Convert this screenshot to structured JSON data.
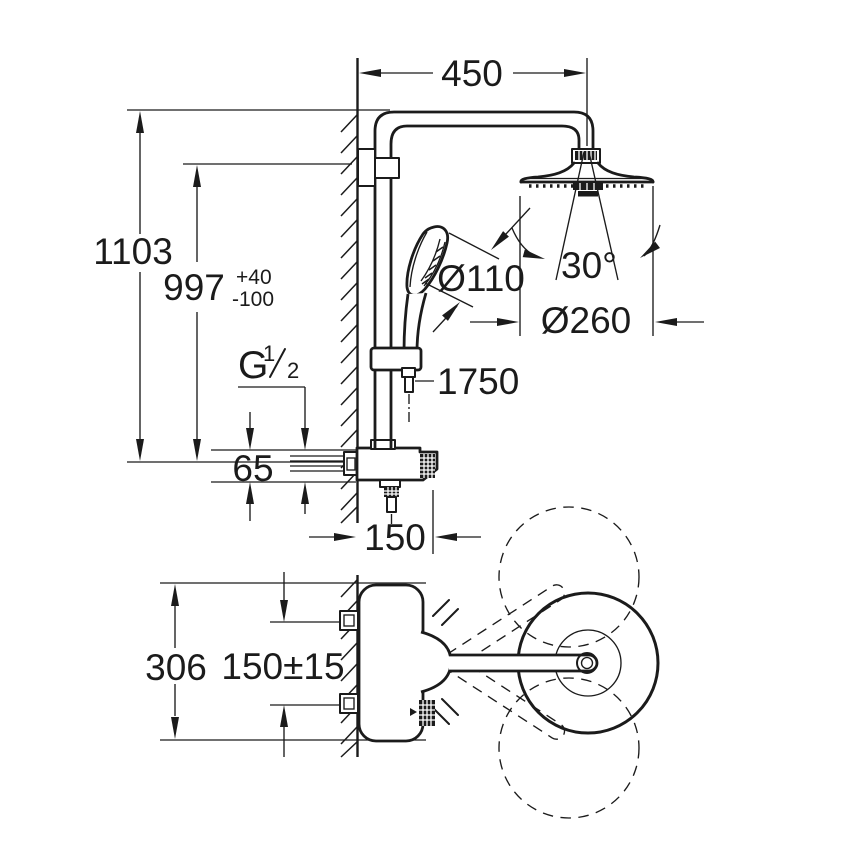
{
  "colors": {
    "line": "#1b1b1b",
    "background": "#ffffff"
  },
  "front_view": {
    "arm_width": "450",
    "total_height": "1103",
    "valve_height": "997",
    "valve_height_tol_plus": "+40",
    "valve_height_tol_minus": "-100",
    "thread_letter": "G",
    "thread_numerator": "1",
    "thread_denominator": "2",
    "supply_offset": "65",
    "valve_depth": "150",
    "hand_shower_diameter": "Ø110",
    "spray_angle": "30°",
    "head_shower_diameter": "Ø260",
    "hose_length": "1750"
  },
  "top_view": {
    "body_height": "306",
    "supply_spacing": "150±15"
  }
}
